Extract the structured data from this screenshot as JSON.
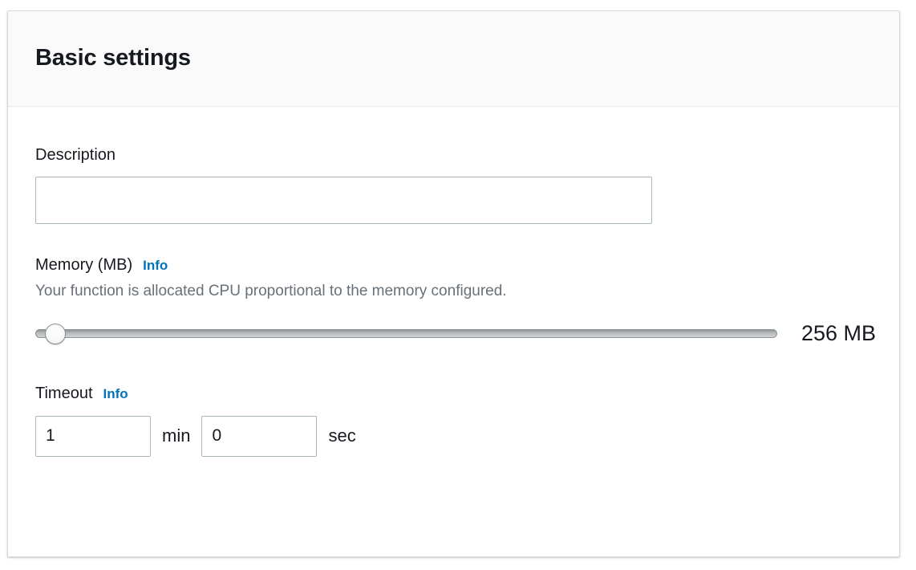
{
  "panel": {
    "title": "Basic settings"
  },
  "description": {
    "label": "Description",
    "value": "",
    "placeholder": ""
  },
  "memory": {
    "label": "Memory (MB)",
    "info_label": "Info",
    "help_text": "Your function is allocated CPU proportional to the memory configured.",
    "value": 256,
    "value_display": "256 MB",
    "min": 128,
    "max": 10240,
    "step": 64
  },
  "timeout": {
    "label": "Timeout",
    "info_label": "Info",
    "minutes_value": "1",
    "minutes_unit": "min",
    "seconds_value": "0",
    "seconds_unit": "sec"
  },
  "colors": {
    "link_blue": "#0073bb",
    "text_dark": "#16191f",
    "text_muted": "#687078",
    "input_border": "#aab7b8",
    "panel_border": "#d5dbdb",
    "header_bg": "#fafafa"
  }
}
